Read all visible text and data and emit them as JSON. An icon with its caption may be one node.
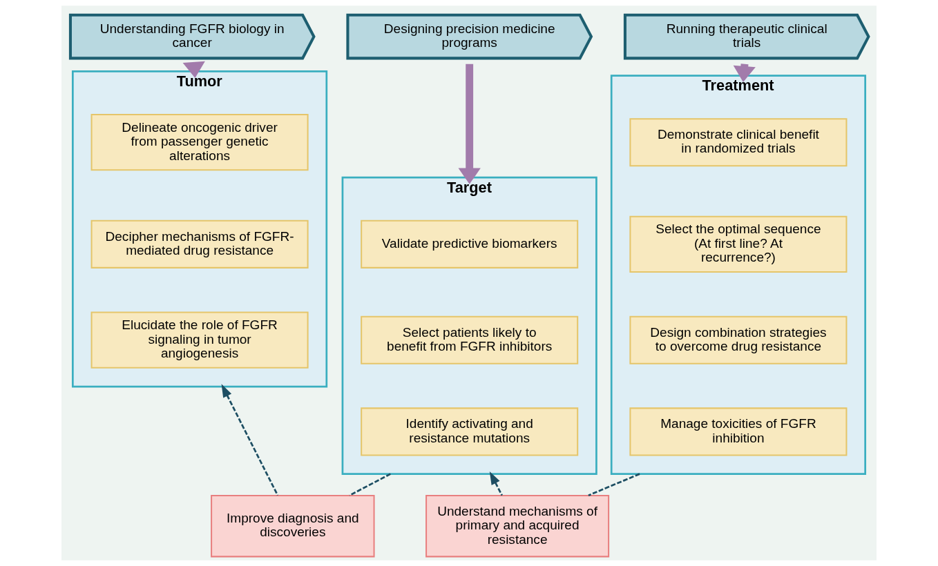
{
  "diagram": {
    "nodes": [
      {
        "text": [
          "Understanding FGFR biology in cancer"
        ]
      },
      {
        "text": [
          "Designing precision medicine programs"
        ]
      },
      {
        "text": [
          "Running therapeutic clinical trials"
        ]
      },
      {
        "text": [
          "Tumor"
        ]
      },
      {
        "text": [
          "Delineate oncogenic driver from passenger genetic alterations"
        ],
        "in": 3
      },
      {
        "text": [
          "Decipher mechanisms of FGFR-mediated drug resistance"
        ],
        "in": 3
      },
      {
        "text": [
          "Elucidate the role of FGFR signaling in tumor angiogenesis"
        ],
        "in": 3
      },
      {
        "text": [
          "Target"
        ]
      },
      {
        "text": [
          "Validate predictive biomarkers"
        ],
        "in": 7
      },
      {
        "text": [
          "Select patients likely to benefit from FGFR inhibitors"
        ],
        "in": 7
      },
      {
        "text": [
          "Identify activating and resistance mutations"
        ],
        "in": 7
      },
      {
        "text": [
          "Treatment"
        ]
      },
      {
        "text": [
          "Demonstrate clinical benefit in randomized trials"
        ],
        "in": 11
      },
      {
        "text": [
          "Select the optimal sequence (At first line? At recurrence?)"
        ],
        "in": 11
      },
      {
        "text": [
          "Design combination strategies to overcome drug resistance"
        ],
        "in": 11
      },
      {
        "text": [
          "Manage toxicities of FGFR inhibition"
        ],
        "in": 11
      },
      {
        "text": [
          "Improve diagnosis and discoveries"
        ]
      },
      {
        "text": [
          "Understand mechanisms of primary and acquired resistance"
        ]
      }
    ],
    "edges": [
      {
        "from": 0,
        "to": 3,
        "arrow": "to",
        "style": "thick",
        "color": "#a27bab"
      },
      {
        "from": 1,
        "to": 7,
        "arrow": "to",
        "style": "thick",
        "color": "#a27bab"
      },
      {
        "from": 2,
        "to": 11,
        "arrow": "to",
        "style": "thick",
        "color": "#a27bab"
      },
      {
        "from": 16,
        "to": 3,
        "arrow": "to",
        "style": "dashed"
      },
      {
        "from": 7,
        "to": 16,
        "arrow": "none",
        "style": "dashed"
      },
      {
        "from": 17,
        "to": 7,
        "arrow": "to",
        "style": "dashed"
      },
      {
        "from": 11,
        "to": 17,
        "arrow": "none",
        "style": "dashed"
      }
    ]
  }
}
